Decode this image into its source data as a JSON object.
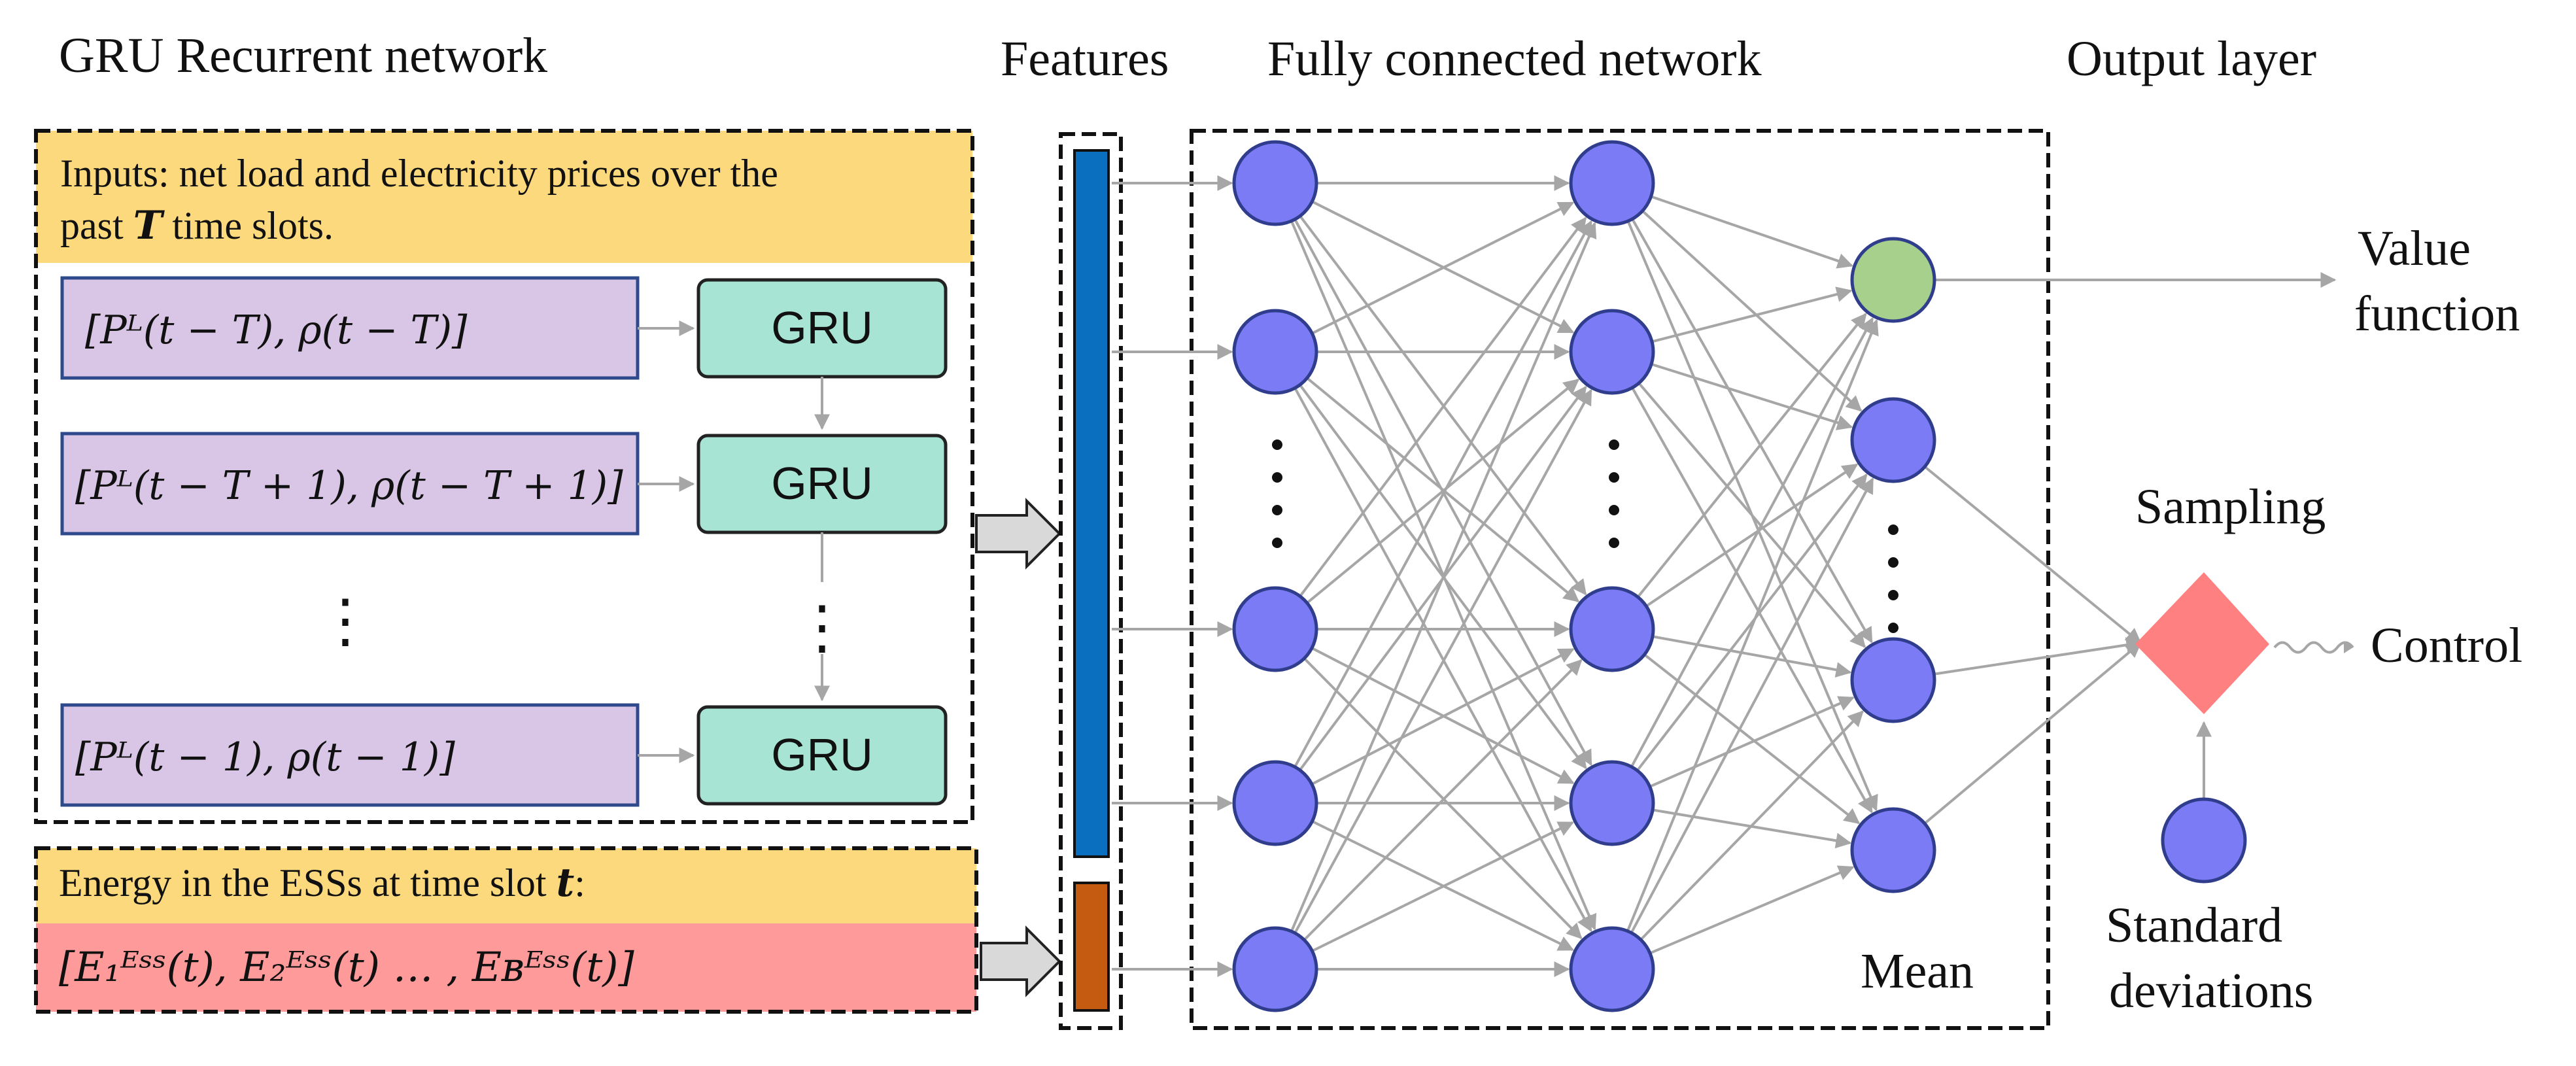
{
  "titles": {
    "gru": "GRU Recurrent network",
    "features": "Features",
    "fc": "Fully connected network",
    "output": "Output layer"
  },
  "gru_block": {
    "inputs_line1": "Inputs: net load and electricity prices over the",
    "inputs_line2_a": "past ",
    "inputs_line2_var": "T",
    "inputs_line2_b": " time slots.",
    "rows": [
      {
        "input": "[Pᴸ(t − T), ρ(t − T)]",
        "cell": "GRU"
      },
      {
        "input": "[Pᴸ(t − T + 1), ρ(t − T + 1)]",
        "cell": "GRU"
      },
      {
        "input": "[Pᴸ(t − 1), ρ(t − 1)]",
        "cell": "GRU"
      }
    ],
    "ellipsis": "⋮"
  },
  "energy_block": {
    "label_a": "Energy in the ESSs at time slot ",
    "label_var": "t",
    "label_b": ":",
    "vector": "[E₁ᴱˢˢ(t),  E₂ᴱˢˢ(t) … ,  Eʙᴱˢˢ(t)]"
  },
  "output": {
    "value_line1": "Value",
    "value_line2": "function",
    "sampling": "Sampling",
    "control": "Control",
    "std_line1": "Standard",
    "std_line2": "deviations",
    "mean": "Mean"
  },
  "colors": {
    "input_fill": "#d9c6e6",
    "input_stroke": "#2f4a8c",
    "gru_fill": "#a8e4d4",
    "header_fill": "#fcd97d",
    "energy_fill": "#ff9a9a",
    "neuron_fill": "#7b7bf5",
    "value_neuron_fill": "#a7d08c",
    "feature_blue": "#0b6fbf",
    "feature_orange": "#c55a11",
    "sampling_fill": "#ff8080"
  }
}
